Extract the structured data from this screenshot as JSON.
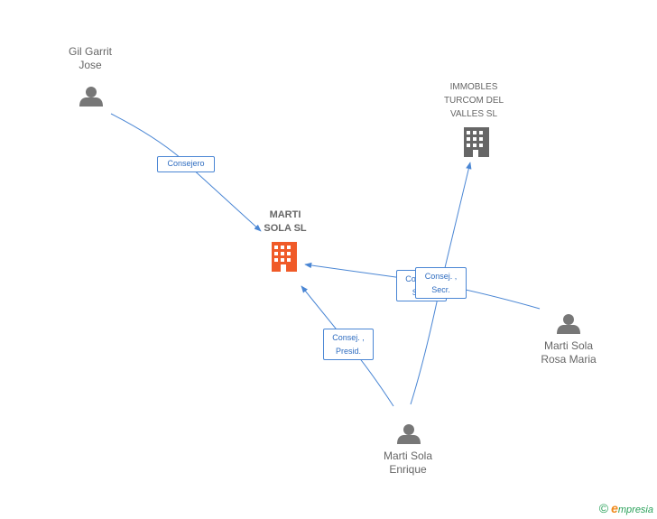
{
  "nodes": {
    "gil_garrit": {
      "line1": "Gil Garrit",
      "line2": "Jose",
      "icon": "person-icon"
    },
    "marti_sola_sl": {
      "line1": "MARTI",
      "line2": "SOLA SL",
      "icon": "building-icon",
      "color": "#f05a28"
    },
    "immobles": {
      "line1": "IMMOBLES",
      "line2": "TURCOM DEL",
      "line3": "VALLES SL",
      "icon": "building-icon",
      "color": "#666666"
    },
    "rosa_maria": {
      "line1": "Marti Sola",
      "line2": "Rosa Maria",
      "icon": "person-icon"
    },
    "enrique": {
      "line1": "Marti Sola",
      "line2": "Enrique",
      "icon": "person-icon"
    }
  },
  "edges": {
    "gil_to_marti": {
      "label": "Consejero"
    },
    "enrique_to_marti": {
      "line1": "Consej. ,",
      "line2": "Presid."
    },
    "rosa_to_marti": {
      "line1": "Consej. ,",
      "line2": "Secr."
    },
    "enrique_to_immobles": {
      "line1": "Consej. ,",
      "line2": "Secr."
    }
  },
  "colors": {
    "edge": "#4a86d4",
    "person": "#777777",
    "main_company": "#f05a28",
    "company": "#666666"
  },
  "footer": {
    "copyright": "©",
    "brand_e": "e",
    "brand_rest": "mpresia"
  }
}
